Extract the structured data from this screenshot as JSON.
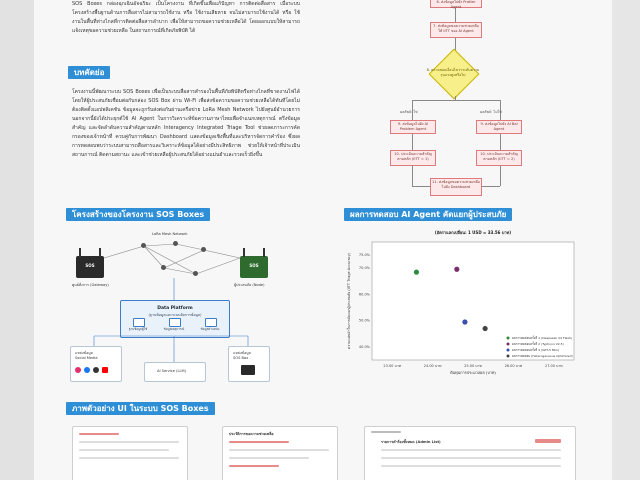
{
  "intro_text": "SOS Boxes กล่องฉุกเฉินอัจฉริยะ เป็นโครงงาน ที่เกิดขึ้นเพื่อแก้ปัญหา การติดต่อสื่อสาร เมื่อระบบโครงสร้างพื้นฐานด้านการสื่อสารไม่สามารถใช้งาน หรือ ใช้งานเสียหาย จนไม่สามารถใช้งานได้ หรือ ใช้งานในพื้นที่ห่างไกลที่การติดต่อสื่อสารลำบาก เพื่อให้สามารถขอความช่วยเหลือได้ โดยออกแบบให้สามารถแจ้งเหตุขอความช่วยเหลือ ในสถานการณ์ที่เกิดภัยพิบัติ ได้",
  "abstract": {
    "heading": "บทคัดย่อ",
    "text": "โครงงานนี้พัฒนาระบบ SOS Boxes เพื่อเป็นระบบสื่อสารสำรองในพื้นที่ภัยพิบัติหรือห่างไกลที่ขาดงานไฟได้ โดยให้ผู้ประสบภัยเชื่อมต่อกับกล่อง SOS Box ผ่าน Wi-Fi เพื่อส่งข้อความขอความช่วยเหลือได้ทันทีโดยไม่ต้องติดตั้งแอปพลิเคชัน ข้อมูลจะถูกรับส่งต่อกันผ่านเครือข่าย LoRa Mesh Network ไปยังศูนย์อำนวยการ นอกจากนี้ยังได้ประยุกต์ใช้ AI Agent ในการวิเคราะห์ข้อความภาษาไทยเพื่อจำแนกเหตุการณ์ ตรึงข้อมูลสำคัญ และจัดลำดับความสำคัญตามหลัก Interagency Integrated Triage Tool ช่วยลดภาระการคัดกรองของเจ้าหน้าที่ ควบคู่กับการพัฒนา Dashboard แสดงข้อมูลเชิงพื้นที่และบริหารจัดการคำร้อง ซึ่งผลการทดสอบพบว่าระบบสามารถสื่อสารและวิเคราะห์ข้อมูลได้อย่างมีประสิทธิภาพ ช่วยให้เจ้าหน้าที่ประเมินสถานการณ์ ติดตามสถานะ และเข้าช่วยเหลือผู้ประสบภัยได้อย่างแม่นยำและรวดเร็วยิ่งขึ้น"
  },
  "flowchart": {
    "box_top1": "6. ส่งข้อมูลไปยัง Pratter Agent",
    "box_top2": "7. ส่งข้อมูลขอความช่วยเหลือ ให้ IITT ของ AI Agent",
    "decision": "8. ตรวจสอบเงื่อนไขว่าระดับความรุนแรงสูงหรือไม่",
    "branch_left": "ผลลัพธ์: ใช่",
    "branch_right": "ผลลัพธ์: ไม่ใช่",
    "box_left1": "9. ส่งข้อมูลไปยัง AI Problem Agent",
    "box_right1": "9. ส่งข้อมูลไปยัง AI Bal Agent",
    "box_left2": "10. ประเมินความสำคัญตามหลัก (IITT = 1)",
    "box_right2": "10. ประเมินความสำคัญตามหลัก (IITT = 2)",
    "box_bottom": "11. ส่งข้อมูลขอความช่วยเหลือไปยัง Dashboard"
  },
  "architecture": {
    "heading": "โครงสร้างของโครงงาน SOS Boxes",
    "mesh_label": "LoRa Mesh Network",
    "device_left_label": "SOS",
    "device_right_label": "SOS",
    "device_left_caption": "ศูนย์สั่งการ (Gateway)",
    "device_right_caption": "ผู้ประสบภัย (Node)",
    "platform_title": "Data Platform",
    "platform_subtitle": "(ฐานข้อมูลและระบบจัดการข้อมูล)",
    "platform_items": [
      "ฐานข้อมูลผู้ใช้",
      "ข้อมูลเหตุการณ์",
      "ข้อมูลตำแหน่ง"
    ],
    "client_left_title": "แหล่งข้อมูล",
    "client_left_sub": "Social Media",
    "client_mid": "AI Service (LLM)",
    "client_right_title": "แหล่งข้อมูล",
    "client_right_sub": "SOS Box"
  },
  "results": {
    "heading": "ผลการทดสอบ AI Agent คัดแยกผู้ประสบภัย"
  },
  "chart_data": {
    "type": "scatter",
    "title": "(อัตราแลกเปลี่ยน: 1 USD = 33.56 บาท)",
    "xlabel": "ต้นทุนการประมวลผล (บาท)",
    "ylabel": "ความแม่นยำในการคัดแยกผู้ประสบภัย (IITT Triage Accuracy)",
    "xlim": [
      22.5,
      27.5
    ],
    "ylim": [
      35,
      80
    ],
    "xticks": [
      "23.00 บาท",
      "24.00 บาท",
      "25.00 บาท",
      "26.00 บาท",
      "27.00 บาท"
    ],
    "yticks": [
      "40.0%",
      "50.0%",
      "60.0%",
      "70.0%",
      "75.0%"
    ],
    "series": [
      {
        "name": "ผลการทดสอบครั้งที่ 1 (Deepseek V4 Flash)",
        "x": 23.6,
        "y": 68.5,
        "color": "#2e8b3e"
      },
      {
        "name": "ผลการทดสอบครั้งที่ 2 (Typhoon V2.5)",
        "x": 24.6,
        "y": 69.6,
        "color": "#7a2f6a"
      },
      {
        "name": "ผลการทดสอบครั้งที่ 3 (GPT-5 Mini)",
        "x": 24.8,
        "y": 49.5,
        "color": "#3a4fb0"
      },
      {
        "name": "ผลการทดสอบ (Heterogeneous Optimized)",
        "x": 25.3,
        "y": 47.0,
        "color": "#444444"
      }
    ],
    "grid": false,
    "legend": "bottom-right"
  },
  "ui_section": {
    "heading": "ภาพตัวอย่าง UI ในระบบ SOS Boxes",
    "card1_title": "",
    "card2_title": "ประวัติการขอความช่วยเหลือ",
    "card3_title": "รายการคำร้องทั้งหมด (Admin List)"
  },
  "colors": {
    "accent": "#2f8fd6",
    "flow_box": "#fde9e9",
    "flow_decision": "#f7ef8a",
    "device_left": "#2a2a2a",
    "device_right": "#2f6b2f"
  }
}
